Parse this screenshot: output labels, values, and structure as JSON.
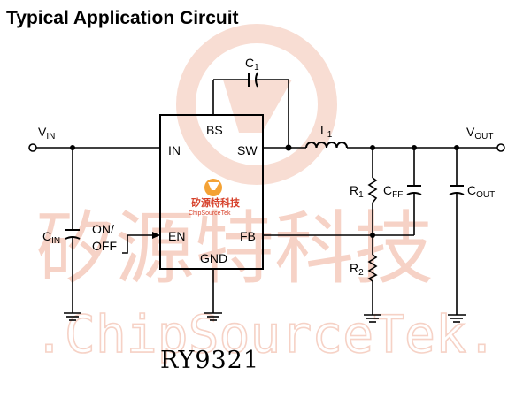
{
  "title": "Typical Application Circuit",
  "part_number": "RY9321",
  "watermark": {
    "cn": "矽源特科技",
    "en": ".ChipSourceTek."
  },
  "logo": {
    "cn": "矽源特科技",
    "en": "ChipSourceTek"
  },
  "ic_pins": {
    "bs": "BS",
    "in": "IN",
    "sw": "SW",
    "en": "EN",
    "fb": "FB",
    "gnd": "GND"
  },
  "components": {
    "c1": {
      "main": "C",
      "sub": "1"
    },
    "l1": {
      "main": "L",
      "sub": "1"
    },
    "r1": {
      "main": "R",
      "sub": "1"
    },
    "r2": {
      "main": "R",
      "sub": "2"
    },
    "cff": {
      "main": "C",
      "sub": "FF"
    },
    "cout": {
      "main": "C",
      "sub": "OUT"
    },
    "cin": {
      "main": "C",
      "sub": "IN"
    }
  },
  "nets": {
    "vin": {
      "main": "V",
      "sub": "IN"
    },
    "vout": {
      "main": "V",
      "sub": "OUT"
    },
    "on_off_line1": "ON/",
    "on_off_line2": "OFF"
  },
  "colors": {
    "wire": "#000000",
    "watermark": "#f6d2c6",
    "logo": "#d6402a"
  }
}
